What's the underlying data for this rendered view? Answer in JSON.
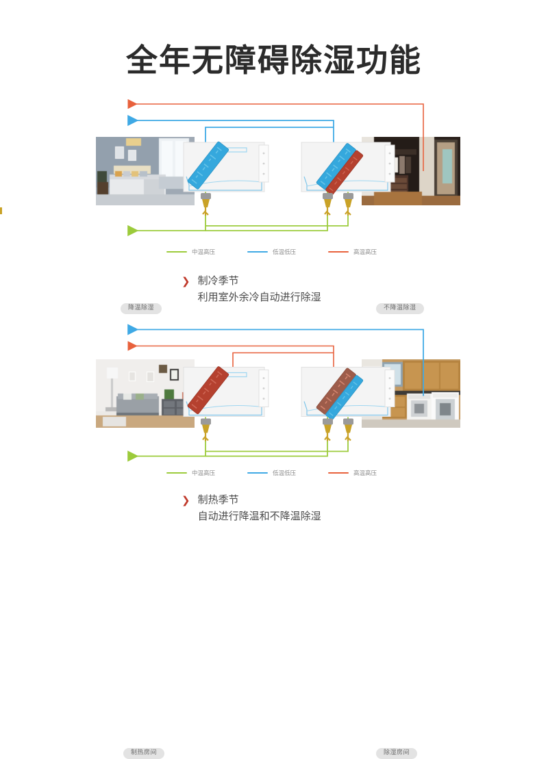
{
  "page": {
    "title": "全年无障碍除湿功能",
    "background": "#ffffff"
  },
  "colors": {
    "high_temp_high_pressure": "#e8613c",
    "low_temp_low_pressure": "#3fa9e5",
    "mid_temp_high_pressure": "#9ccb3b",
    "chevron": "#c0392b",
    "title": "#2b2b2b",
    "label_pill_bg": "#e3e3e3",
    "label_pill_text": "#6d6d6d",
    "unit_body": "#f2f2f2",
    "unit_outline": "#d8d8d8",
    "coil_cold": "#35a8dd",
    "coil_hot": "#b5412f",
    "valve_brass": "#c9a227",
    "valve_cap": "#9a9a9a"
  },
  "legend": {
    "items": [
      {
        "label": "中温高压",
        "color": "#9ccb3b",
        "name": "mid-temp-high-pressure"
      },
      {
        "label": "低温低压",
        "color": "#3fa9e5",
        "name": "low-temp-low-pressure"
      },
      {
        "label": "高温高压",
        "color": "#e8613c",
        "name": "high-temp-high-pressure"
      }
    ]
  },
  "diagrams": [
    {
      "id": "cooling",
      "left_room_label": "降温除湿",
      "right_room_label": "不降温除湿",
      "left_photo_alt": "bedroom",
      "right_photo_alt": "walk-in-closet",
      "top_line_color": "#e8613c",
      "second_line_color": "#3fa9e5",
      "bottom_line_color": "#9ccb3b",
      "left_unit_coils": [
        "cold"
      ],
      "right_unit_coils": [
        "cold",
        "hot"
      ],
      "caption": {
        "line1": "制冷季节",
        "line2": "利用室外余冷自动进行除湿"
      }
    },
    {
      "id": "heating",
      "left_room_label": "制热房间",
      "right_room_label": "除湿房间",
      "left_photo_alt": "living-room",
      "right_photo_alt": "laundry-room",
      "top_line_color": "#3fa9e5",
      "second_line_color": "#e8613c",
      "bottom_line_color": "#9ccb3b",
      "left_unit_coils": [
        "hot"
      ],
      "right_unit_coils": [
        "hot",
        "cold"
      ],
      "caption": {
        "line1": "制热季节",
        "line2": "自动进行降温和不降温除湿"
      }
    }
  ]
}
